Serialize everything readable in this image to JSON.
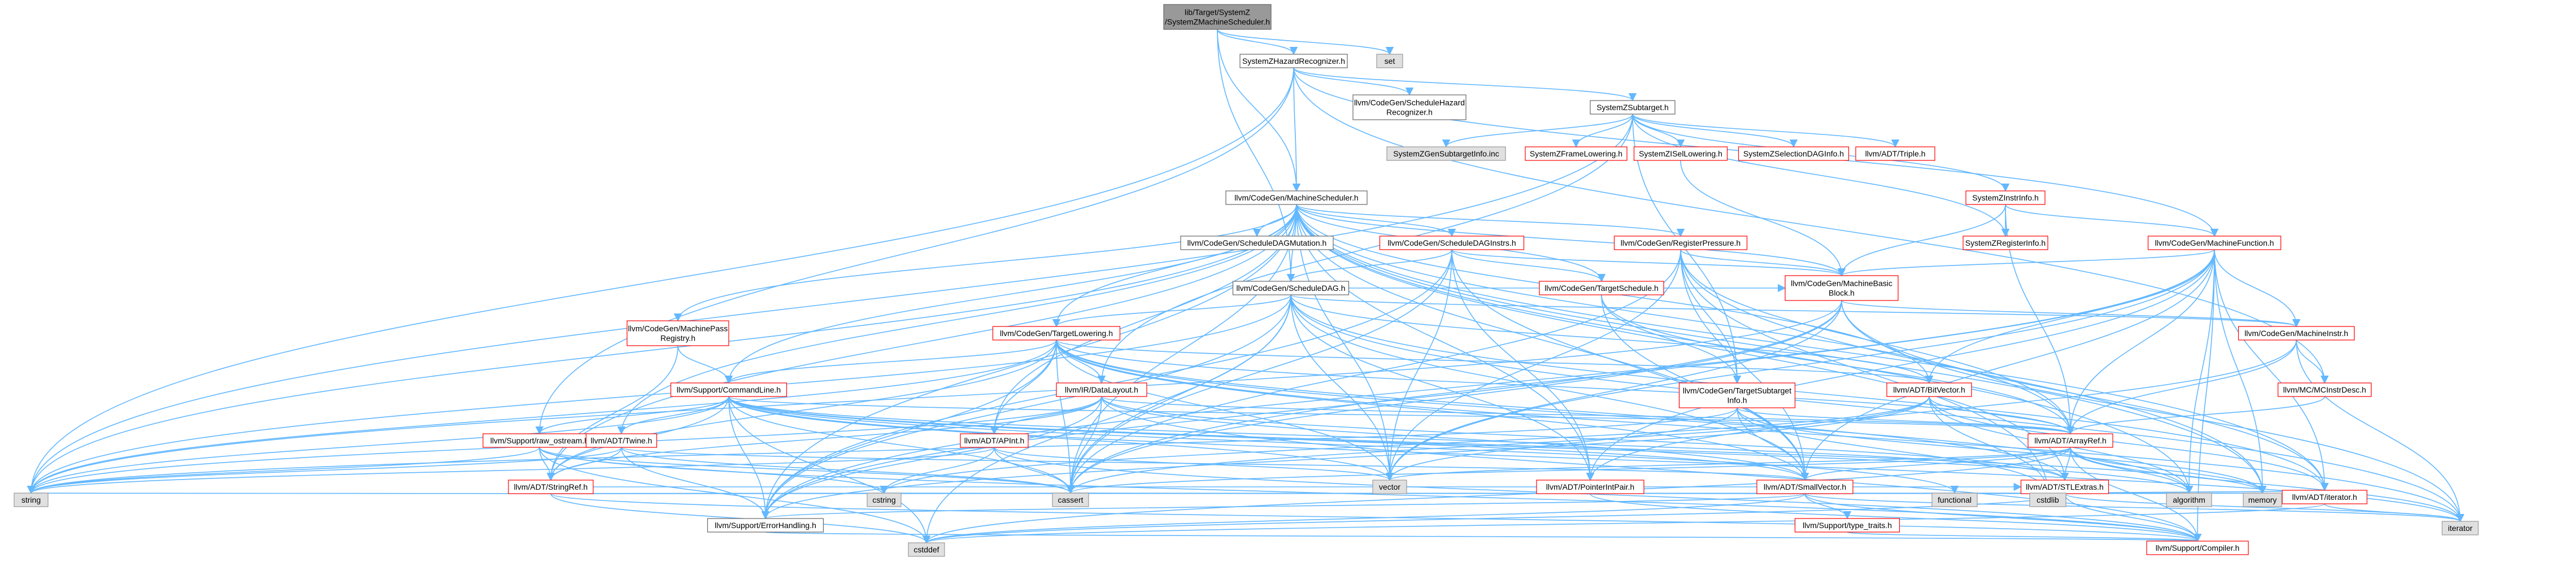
{
  "graph": {
    "colors": {
      "root_fill": "#999999",
      "node_fill": "#ffffff",
      "red_border": "#ff0000",
      "black_border": "#666666",
      "external_fill": "#e0e0e0",
      "external_border": "#999999",
      "edge": "#63b8ff",
      "edge_alt": "#4a8fd0",
      "text": "#000000"
    },
    "nodes": [
      {
        "id": "root",
        "lines": [
          "lib/Target/SystemZ",
          "/SystemZMachineScheduler.h"
        ],
        "style": "root"
      },
      {
        "id": "hazard",
        "lines": [
          "SystemZHazardRecognizer.h"
        ],
        "style": "black"
      },
      {
        "id": "set",
        "lines": [
          "set"
        ],
        "style": "ext"
      },
      {
        "id": "schedhazard",
        "lines": [
          "llvm/CodeGen/ScheduleHazard",
          "Recognizer.h"
        ],
        "style": "black"
      },
      {
        "id": "subtarget",
        "lines": [
          "SystemZSubtarget.h"
        ],
        "style": "black"
      },
      {
        "id": "genst",
        "lines": [
          "SystemZGenSubtargetInfo.inc"
        ],
        "style": "ext"
      },
      {
        "id": "framelow",
        "lines": [
          "SystemZFrameLowering.h"
        ],
        "style": "red"
      },
      {
        "id": "isellow",
        "lines": [
          "SystemZISelLowering.h"
        ],
        "style": "red"
      },
      {
        "id": "seldag",
        "lines": [
          "SystemZSelectionDAGInfo.h"
        ],
        "style": "red"
      },
      {
        "id": "triple",
        "lines": [
          "llvm/ADT/Triple.h"
        ],
        "style": "red"
      },
      {
        "id": "instrinfo",
        "lines": [
          "SystemZInstrInfo.h"
        ],
        "style": "red"
      },
      {
        "id": "reginfo",
        "lines": [
          "SystemZRegisterInfo.h"
        ],
        "style": "red"
      },
      {
        "id": "machsched",
        "lines": [
          "llvm/CodeGen/MachineScheduler.h"
        ],
        "style": "black"
      },
      {
        "id": "dagmut",
        "lines": [
          "llvm/CodeGen/ScheduleDAGMutation.h"
        ],
        "style": "black"
      },
      {
        "id": "daginstrs",
        "lines": [
          "llvm/CodeGen/ScheduleDAGInstrs.h"
        ],
        "style": "red"
      },
      {
        "id": "regpress",
        "lines": [
          "llvm/CodeGen/RegisterPressure.h"
        ],
        "style": "red"
      },
      {
        "id": "machfunc",
        "lines": [
          "llvm/CodeGen/MachineFunction.h"
        ],
        "style": "red"
      },
      {
        "id": "scheddag",
        "lines": [
          "llvm/CodeGen/ScheduleDAG.h"
        ],
        "style": "black"
      },
      {
        "id": "targsched",
        "lines": [
          "llvm/CodeGen/TargetSchedule.h"
        ],
        "style": "red"
      },
      {
        "id": "mbb",
        "lines": [
          "llvm/CodeGen/MachineBasic",
          "Block.h"
        ],
        "style": "red"
      },
      {
        "id": "passreg",
        "lines": [
          "llvm/CodeGen/MachinePass",
          "Registry.h"
        ],
        "style": "red"
      },
      {
        "id": "targlow",
        "lines": [
          "llvm/CodeGen/TargetLowering.h"
        ],
        "style": "red"
      },
      {
        "id": "machinstr",
        "lines": [
          "llvm/CodeGen/MachineInstr.h"
        ],
        "style": "red"
      },
      {
        "id": "cmdline",
        "lines": [
          "llvm/Support/CommandLine.h"
        ],
        "style": "red"
      },
      {
        "id": "datalayout",
        "lines": [
          "llvm/IR/DataLayout.h"
        ],
        "style": "red"
      },
      {
        "id": "targsubinfo",
        "lines": [
          "llvm/CodeGen/TargetSubtarget",
          "Info.h"
        ],
        "style": "red"
      },
      {
        "id": "bitvector",
        "lines": [
          "llvm/ADT/BitVector.h"
        ],
        "style": "red"
      },
      {
        "id": "mcinstrdesc",
        "lines": [
          "llvm/MC/MCInstrDesc.h"
        ],
        "style": "red"
      },
      {
        "id": "rawostream",
        "lines": [
          "llvm/Support/raw_ostream.h"
        ],
        "style": "red"
      },
      {
        "id": "twine",
        "lines": [
          "llvm/ADT/Twine.h"
        ],
        "style": "red"
      },
      {
        "id": "apint",
        "lines": [
          "llvm/ADT/APInt.h"
        ],
        "style": "red"
      },
      {
        "id": "arrayref",
        "lines": [
          "llvm/ADT/ArrayRef.h"
        ],
        "style": "red"
      },
      {
        "id": "stringref",
        "lines": [
          "llvm/ADT/StringRef.h"
        ],
        "style": "red"
      },
      {
        "id": "vector",
        "lines": [
          "vector"
        ],
        "style": "ext"
      },
      {
        "id": "ptrintpair",
        "lines": [
          "llvm/ADT/PointerIntPair.h"
        ],
        "style": "red"
      },
      {
        "id": "smallvec",
        "lines": [
          "llvm/ADT/SmallVector.h"
        ],
        "style": "red"
      },
      {
        "id": "stlextras",
        "lines": [
          "llvm/ADT/STLExtras.h"
        ],
        "style": "red"
      },
      {
        "id": "iterator_h",
        "lines": [
          "llvm/ADT/iterator.h"
        ],
        "style": "red"
      },
      {
        "id": "string",
        "lines": [
          "string"
        ],
        "style": "ext"
      },
      {
        "id": "errhandling",
        "lines": [
          "llvm/Support/ErrorHandling.h"
        ],
        "style": "black"
      },
      {
        "id": "cstring",
        "lines": [
          "cstring"
        ],
        "style": "ext"
      },
      {
        "id": "cassert",
        "lines": [
          "cassert"
        ],
        "style": "ext"
      },
      {
        "id": "typetraits",
        "lines": [
          "llvm/Support/type_traits.h"
        ],
        "style": "red"
      },
      {
        "id": "functional",
        "lines": [
          "functional"
        ],
        "style": "ext"
      },
      {
        "id": "cstdlib",
        "lines": [
          "cstdlib"
        ],
        "style": "ext"
      },
      {
        "id": "algorithm",
        "lines": [
          "algorithm"
        ],
        "style": "ext"
      },
      {
        "id": "memory",
        "lines": [
          "memory"
        ],
        "style": "ext"
      },
      {
        "id": "iterator",
        "lines": [
          "iterator"
        ],
        "style": "ext"
      },
      {
        "id": "cstddef",
        "lines": [
          "cstddef"
        ],
        "style": "ext"
      },
      {
        "id": "compiler",
        "lines": [
          "llvm/Support/Compiler.h"
        ],
        "style": "red"
      }
    ],
    "edges": [
      [
        "root",
        "hazard"
      ],
      [
        "root",
        "set"
      ],
      [
        "root",
        "machsched"
      ],
      [
        "root",
        "scheddag"
      ],
      [
        "hazard",
        "schedhazard"
      ],
      [
        "hazard",
        "subtarget"
      ],
      [
        "hazard",
        "machsched"
      ],
      [
        "hazard",
        "machfunc"
      ],
      [
        "hazard",
        "mcinstrdesc"
      ],
      [
        "hazard",
        "rawostream"
      ],
      [
        "hazard",
        "string"
      ],
      [
        "subtarget",
        "genst"
      ],
      [
        "subtarget",
        "framelow"
      ],
      [
        "subtarget",
        "isellow"
      ],
      [
        "subtarget",
        "seldag"
      ],
      [
        "subtarget",
        "triple"
      ],
      [
        "subtarget",
        "instrinfo"
      ],
      [
        "subtarget",
        "reginfo"
      ],
      [
        "subtarget",
        "targsubinfo"
      ],
      [
        "subtarget",
        "datalayout"
      ],
      [
        "subtarget",
        "string"
      ],
      [
        "isellow",
        "mbb"
      ],
      [
        "instrinfo",
        "reginfo"
      ],
      [
        "instrinfo",
        "mbb"
      ],
      [
        "instrinfo",
        "machfunc"
      ],
      [
        "instrinfo",
        "arrayref"
      ],
      [
        "machsched",
        "dagmut"
      ],
      [
        "machsched",
        "daginstrs"
      ],
      [
        "machsched",
        "regpress"
      ],
      [
        "machsched",
        "scheddag"
      ],
      [
        "machsched",
        "targsched"
      ],
      [
        "machsched",
        "mbb"
      ],
      [
        "machsched",
        "passreg"
      ],
      [
        "machsched",
        "cmdline"
      ],
      [
        "machsched",
        "apint"
      ],
      [
        "machsched",
        "arrayref"
      ],
      [
        "machsched",
        "bitvector"
      ],
      [
        "machsched",
        "stlextras"
      ],
      [
        "machsched",
        "stringref"
      ],
      [
        "machsched",
        "twine"
      ],
      [
        "machsched",
        "iterator_h"
      ],
      [
        "machsched",
        "cassert"
      ],
      [
        "machsched",
        "algorithm"
      ],
      [
        "machsched",
        "memory"
      ],
      [
        "machsched",
        "string"
      ],
      [
        "machsched",
        "vector"
      ],
      [
        "machsched",
        "smallvec"
      ],
      [
        "machsched",
        "errhandling"
      ],
      [
        "machsched",
        "ptrintpair"
      ],
      [
        "machsched",
        "targlow"
      ],
      [
        "daginstrs",
        "scheddag"
      ],
      [
        "daginstrs",
        "targsched"
      ],
      [
        "daginstrs",
        "mbb"
      ],
      [
        "daginstrs",
        "ptrintpair"
      ],
      [
        "daginstrs",
        "smallvec"
      ],
      [
        "daginstrs",
        "vector"
      ],
      [
        "daginstrs",
        "cassert"
      ],
      [
        "daginstrs",
        "errhandling"
      ],
      [
        "regpress",
        "mbb"
      ],
      [
        "regpress",
        "arrayref"
      ],
      [
        "regpress",
        "smallvec"
      ],
      [
        "regpress",
        "cassert"
      ],
      [
        "regpress",
        "cstdlib"
      ],
      [
        "regpress",
        "vector"
      ],
      [
        "regpress",
        "memory"
      ],
      [
        "regpress",
        "targsubinfo"
      ],
      [
        "machfunc",
        "mbb"
      ],
      [
        "machfunc",
        "machinstr"
      ],
      [
        "machfunc",
        "arrayref"
      ],
      [
        "machfunc",
        "bitvector"
      ],
      [
        "machfunc",
        "smallvec"
      ],
      [
        "machfunc",
        "ptrintpair"
      ],
      [
        "machfunc",
        "compiler"
      ],
      [
        "machfunc",
        "algorithm"
      ],
      [
        "machfunc",
        "cassert"
      ],
      [
        "machfunc",
        "vector"
      ],
      [
        "machfunc",
        "memory"
      ],
      [
        "machfunc",
        "iterator_h"
      ],
      [
        "machfunc",
        "errhandling"
      ],
      [
        "scheddag",
        "mbb"
      ],
      [
        "scheddag",
        "machinstr"
      ],
      [
        "scheddag",
        "bitvector"
      ],
      [
        "scheddag",
        "iterator_h"
      ],
      [
        "scheddag",
        "pointerintpair"
      ],
      [
        "scheddag",
        "smallvec"
      ],
      [
        "scheddag",
        "graphtraits"
      ],
      [
        "scheddag",
        "cassert"
      ],
      [
        "scheddag",
        "cstddef"
      ],
      [
        "scheddag",
        "iterator"
      ],
      [
        "scheddag",
        "string"
      ],
      [
        "scheddag",
        "vector"
      ],
      [
        "scheddag",
        "errhandling"
      ],
      [
        "scheddag",
        "targlow"
      ],
      [
        "scheddag",
        "ptrintpair"
      ],
      [
        "targsched",
        "smallvec"
      ],
      [
        "targsched",
        "targsubinfo"
      ],
      [
        "targsched",
        "arrayref"
      ],
      [
        "mbb",
        "machinstr"
      ],
      [
        "mbb",
        "iterator_h"
      ],
      [
        "mbb",
        "cassert"
      ],
      [
        "mbb",
        "cstdint"
      ],
      [
        "mbb",
        "iterator"
      ],
      [
        "mbb",
        "string"
      ],
      [
        "mbb",
        "vector"
      ],
      [
        "mbb",
        "errhandling"
      ],
      [
        "passreg",
        "cmdline"
      ],
      [
        "passreg",
        "stringref"
      ],
      [
        "targlow",
        "datalayout"
      ],
      [
        "targlow",
        "arrayref"
      ],
      [
        "targlow",
        "apint"
      ],
      [
        "targlow",
        "bitvector"
      ],
      [
        "targlow",
        "smallvec"
      ],
      [
        "targlow",
        "stringref"
      ],
      [
        "targlow",
        "stlextras"
      ],
      [
        "targlow",
        "cstdint"
      ],
      [
        "targlow",
        "iterator"
      ],
      [
        "targlow",
        "map"
      ],
      [
        "targlow",
        "string"
      ],
      [
        "targlow",
        "utility"
      ],
      [
        "targlow",
        "vector"
      ],
      [
        "targlow",
        "algorithm"
      ],
      [
        "targlow",
        "cassert"
      ],
      [
        "targlow",
        "errhandling"
      ],
      [
        "targlow",
        "cmdline"
      ],
      [
        "machinstr",
        "mcinstrdesc"
      ],
      [
        "machinstr",
        "arrayref"
      ],
      [
        "machinstr",
        "ptrintpair"
      ],
      [
        "machinstr",
        "iterator"
      ],
      [
        "cmdline",
        "stringref"
      ],
      [
        "cmdline",
        "twine"
      ],
      [
        "cmdline",
        "rawostream"
      ],
      [
        "cmdline",
        "arrayref"
      ],
      [
        "cmdline",
        "smallvec"
      ],
      [
        "cmdline",
        "stlextras"
      ],
      [
        "cmdline",
        "errhandling"
      ],
      [
        "cmdline",
        "string"
      ],
      [
        "cmdline",
        "vector"
      ],
      [
        "cmdline",
        "functional"
      ],
      [
        "cmdline",
        "cassert"
      ],
      [
        "cmdline",
        "cstddef"
      ],
      [
        "cmdline",
        "memory"
      ],
      [
        "cmdline",
        "algorithm"
      ],
      [
        "cmdline",
        "iterator"
      ],
      [
        "datalayout",
        "apint"
      ],
      [
        "datalayout",
        "arrayref"
      ],
      [
        "datalayout",
        "stringref"
      ],
      [
        "datalayout",
        "smallvec"
      ],
      [
        "datalayout",
        "stlextras"
      ],
      [
        "datalayout",
        "errhandling"
      ],
      [
        "datalayout",
        "string"
      ],
      [
        "datalayout",
        "cassert"
      ],
      [
        "datalayout",
        "compiler"
      ],
      [
        "targsubinfo",
        "arrayref"
      ],
      [
        "targsubinfo",
        "smallvec"
      ],
      [
        "targsubinfo",
        "memory"
      ],
      [
        "targsubinfo",
        "vector"
      ],
      [
        "targsubinfo",
        "cstdlib"
      ],
      [
        "targsubinfo",
        "string"
      ],
      [
        "bitvector",
        "arrayref"
      ],
      [
        "bitvector",
        "iterator_h"
      ],
      [
        "bitvector",
        "errhandling"
      ],
      [
        "bitvector",
        "algorithm"
      ],
      [
        "bitvector",
        "cassert"
      ],
      [
        "bitvector",
        "cstdlib"
      ],
      [
        "bitvector",
        "cstring"
      ],
      [
        "bitvector",
        "utility"
      ],
      [
        "mcinstrdesc",
        "arrayref"
      ],
      [
        "rawostream",
        "stringref"
      ],
      [
        "rawostream",
        "compiler"
      ],
      [
        "rawostream",
        "cassert"
      ],
      [
        "rawostream",
        "cstddef"
      ],
      [
        "rawostream",
        "cstring"
      ],
      [
        "rawostream",
        "string"
      ],
      [
        "twine",
        "smallvec"
      ],
      [
        "twine",
        "stringref"
      ],
      [
        "twine",
        "errhandling"
      ],
      [
        "twine",
        "cassert"
      ],
      [
        "twine",
        "cstdint"
      ],
      [
        "twine",
        "string"
      ],
      [
        "apint",
        "cassert"
      ],
      [
        "apint",
        "compiler"
      ],
      [
        "apint",
        "string"
      ],
      [
        "apint",
        "cstring"
      ],
      [
        "apint",
        "vector"
      ],
      [
        "arrayref",
        "smallvec"
      ],
      [
        "arrayref",
        "stlextras"
      ],
      [
        "arrayref",
        "compiler"
      ],
      [
        "arrayref",
        "algorithm"
      ],
      [
        "arrayref",
        "cassert"
      ],
      [
        "arrayref",
        "cstddef"
      ],
      [
        "arrayref",
        "iterator"
      ],
      [
        "arrayref",
        "memory"
      ],
      [
        "arrayref",
        "vector"
      ],
      [
        "stringref",
        "stlextras"
      ],
      [
        "stringref",
        "compiler"
      ],
      [
        "stringref",
        "algorithm"
      ],
      [
        "stringref",
        "cassert"
      ],
      [
        "stringref",
        "cstddef"
      ],
      [
        "stringref",
        "cstring"
      ],
      [
        "stringref",
        "string"
      ],
      [
        "ptrintpair",
        "compiler"
      ],
      [
        "ptrintpair",
        "cassert"
      ],
      [
        "smallvec",
        "compiler"
      ],
      [
        "smallvec",
        "typetraits"
      ],
      [
        "smallvec",
        "algorithm"
      ],
      [
        "smallvec",
        "cassert"
      ],
      [
        "smallvec",
        "cstddef"
      ],
      [
        "smallvec",
        "cstdlib"
      ],
      [
        "smallvec",
        "cstring"
      ],
      [
        "smallvec",
        "functional"
      ],
      [
        "smallvec",
        "iterator"
      ],
      [
        "smallvec",
        "memory"
      ],
      [
        "smallvec",
        "errhandling"
      ],
      [
        "stlextras",
        "iterator_h"
      ],
      [
        "stlextras",
        "compiler"
      ],
      [
        "stlextras",
        "algorithm"
      ],
      [
        "stlextras",
        "cassert"
      ],
      [
        "stlextras",
        "cstddef"
      ],
      [
        "stlextras",
        "cstdlib"
      ],
      [
        "stlextras",
        "functional"
      ],
      [
        "stlextras",
        "iterator"
      ],
      [
        "stlextras",
        "memory"
      ],
      [
        "iterator_h",
        "iterator"
      ],
      [
        "iterator_h",
        "cstddef"
      ],
      [
        "errhandling",
        "compiler"
      ],
      [
        "typetraits",
        "compiler"
      ]
    ]
  }
}
